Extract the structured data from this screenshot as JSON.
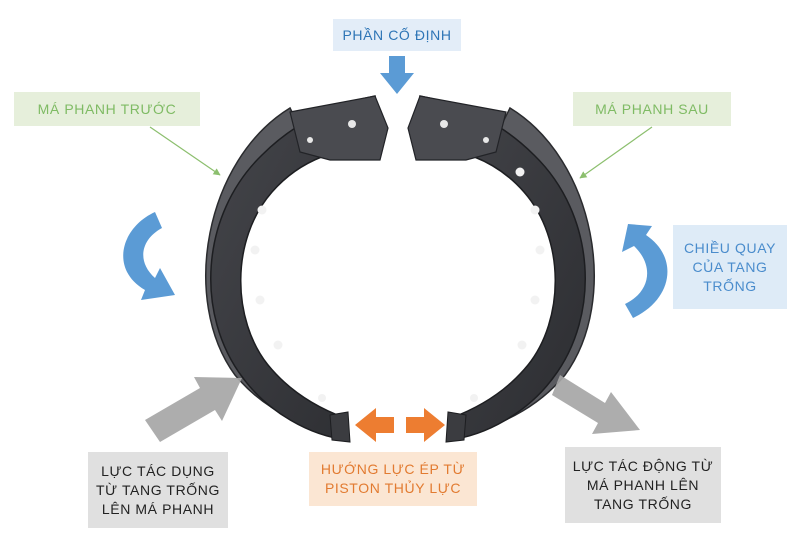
{
  "labels": {
    "fixed_part": "PHẦN CỐ ĐỊNH",
    "front_shoe": "MÁ PHANH TRƯỚC",
    "rear_shoe": "MÁ PHANH SAU",
    "drum_rotation": "CHIỀU QUAY\nCỦA TANG\nTRỐNG",
    "force_drum_to_shoe": "LỰC TÁC DỤNG\nTỪ TANG TRỐNG\nLÊN MÁ PHANH",
    "piston_force": "HƯỚNG LỰC ÉP TỪ\nPISTON THỦY LỰC",
    "force_shoe_to_drum": "LỰC TÁC ĐỘNG TỪ\nMÁ PHANH LÊN\nTANG TRỐNG"
  },
  "colors": {
    "blue_arrow": "#5b9bd5",
    "orange_arrow": "#ed7d31",
    "gray_arrow": "#a6a6a6",
    "green_leader": "#8cbf6e",
    "shoe_dark": "#3a3b3f",
    "lining": "#55565a"
  },
  "icons": [
    "down-arrow-icon",
    "ccw-rotation-arrow-icon",
    "cw-rotation-arrow-icon",
    "left-arrow-icon",
    "right-arrow-icon",
    "diagonal-arrow-icon"
  ]
}
